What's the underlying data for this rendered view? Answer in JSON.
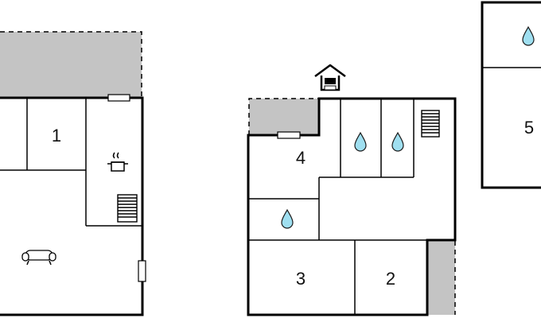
{
  "rooms": [
    {
      "id": "1",
      "label": "1"
    },
    {
      "id": "2",
      "label": "2"
    },
    {
      "id": "3",
      "label": "3"
    },
    {
      "id": "4",
      "label": "4"
    },
    {
      "id": "5",
      "label": "5"
    }
  ],
  "icons": {
    "bathroom": "water-drop-icon",
    "kitchen": "cooking-pot-icon",
    "stairs": "stairs-icon",
    "living": "sofa-icon",
    "entrance": "house-entrance-icon"
  },
  "colors": {
    "walls": "#000000",
    "terrace": "#c4c4c4",
    "water": "#9fdff0",
    "background": "#ffffff"
  }
}
